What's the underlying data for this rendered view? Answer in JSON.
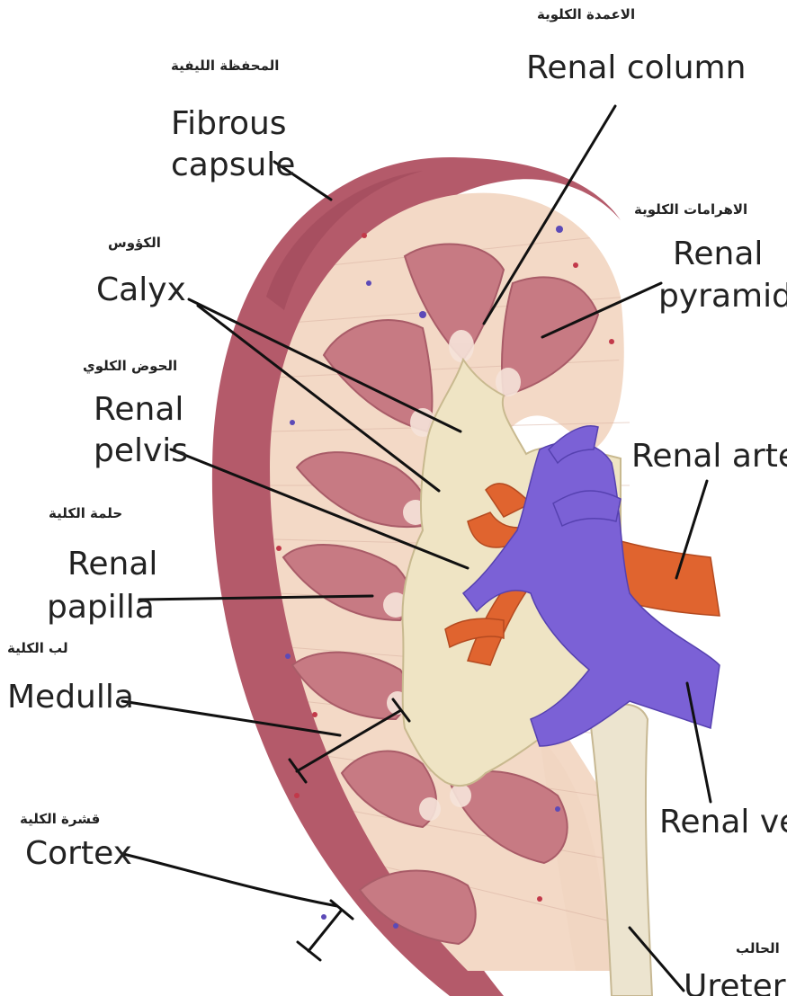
{
  "labels": {
    "renal_column": {
      "en": "Renal column",
      "ar": "الاعمدة الكلوية"
    },
    "fibrous_capsule": {
      "en_line1": "Fibrous",
      "en_line2": "capsule",
      "ar": "المحفظة الليفية"
    },
    "renal_pyramid": {
      "en_line1": "Renal",
      "en_line2": "pyramid",
      "ar": "الاهرامات الكلوية"
    },
    "calyx": {
      "en": "Calyx",
      "ar": "الكؤوس"
    },
    "renal_pelvis": {
      "en_line1": "Renal",
      "en_line2": "pelvis",
      "ar": "الحوض الكلوي"
    },
    "renal_artery": {
      "en": "Renal artery"
    },
    "renal_papilla": {
      "en_line1": "Renal",
      "en_line2": "papilla",
      "ar": "حلمة الكلية"
    },
    "medulla": {
      "en": "Medulla",
      "ar": "لب الكلية"
    },
    "cortex": {
      "en": "Cortex",
      "ar": "قشرة الكلية"
    },
    "renal_vein": {
      "en": "Renal vein"
    },
    "ureter": {
      "en": "Ureter",
      "ar": "الحالب"
    }
  },
  "colors": {
    "capsule": "#b45a6a",
    "cortex": "#f3d9c6",
    "pyramid": "#c77a83",
    "pelvis": "#efe4c4",
    "artery": "#e0642f",
    "vein": "#7b61d6",
    "ureter": "#ece4cf"
  }
}
